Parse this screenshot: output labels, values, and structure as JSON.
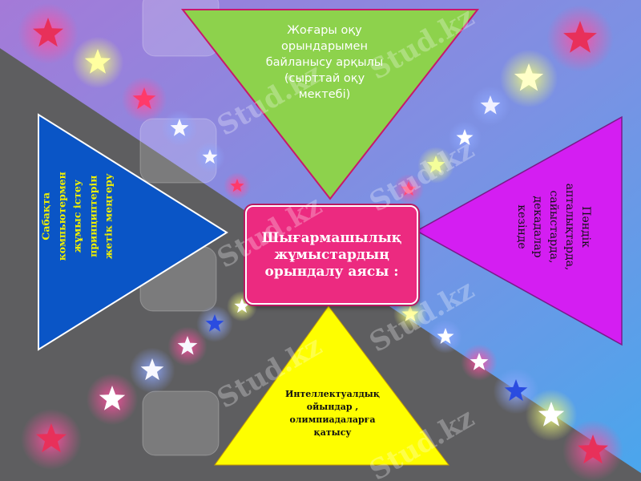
{
  "colors": {
    "sky_top": "#a47ad8",
    "sky_bottom": "#4aa6ec",
    "dark": "#5e5e60",
    "top_triangle": "#8dd24c",
    "left_triangle": "#0a55c6",
    "right_triangle": "#d41ef2",
    "bottom_triangle": "#fefe00",
    "center_box": "#ec2a80"
  },
  "center": {
    "lines": [
      "Шығармашылық",
      "жұмыстардың",
      "орындалу аясы :"
    ]
  },
  "top_triangle": {
    "lines": [
      "Жоғары оқу",
      "орындарымен",
      "байланысу арқылы",
      "(сырттай оқу",
      "мектебі)"
    ]
  },
  "left_triangle": {
    "lines": [
      "Сабақта",
      "компьютермен",
      "жұмыс істеу",
      "принциптерін",
      "жетік меңгеру"
    ]
  },
  "right_triangle": {
    "lines": [
      "Пәндік",
      "апталықтарда,",
      "сайыстарда,",
      "декадалар",
      "кезінде"
    ]
  },
  "bottom_triangle": {
    "lines": [
      "Интеллектуалдық",
      "ойындар ,",
      "олимпиадаларға",
      "қатысу"
    ]
  },
  "watermark": {
    "text": "Stud.kz"
  }
}
